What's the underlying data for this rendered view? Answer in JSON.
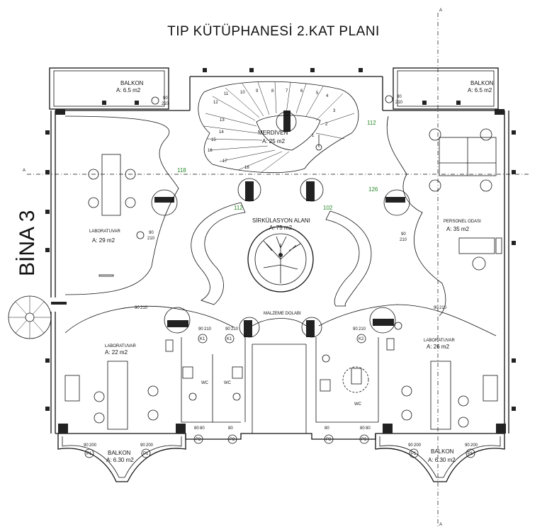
{
  "title": "TIP KÜTÜPHANESİ 2.KAT PLANI",
  "building": "BİNA 3",
  "rooms": {
    "balkon_tl": {
      "name": "BALKON",
      "area": "A: 6.5 m2"
    },
    "balkon_tr": {
      "name": "BALKON",
      "area": "A: 6.5 m2"
    },
    "merdiven": {
      "name": "MERDİVEN",
      "area": "A: 25 m2"
    },
    "lab_left": {
      "name": "LABORATUVAR",
      "area": "A: 29 m2"
    },
    "sirkulasyon": {
      "name": "SİRKÜLASYON ALANI",
      "area": "A: 75 m2"
    },
    "personel": {
      "name": "PERSONEL ODASI",
      "area": "A: 35 m2"
    },
    "malzeme": {
      "name": "MALZEME DOLABI"
    },
    "lab_bl": {
      "name": "LABORATUVAR",
      "area": "A: 22 m2"
    },
    "lab_br": {
      "name": "LABORATUVAR",
      "area": "A: 26 m2"
    },
    "balkon_bl": {
      "name": "BALKON",
      "area": "A: 6.30 m2"
    },
    "balkon_br": {
      "name": "BALKON",
      "area": "A: 6.30 m2"
    },
    "wc": [
      "WC",
      "WC",
      "WC"
    ]
  },
  "door_tags": {
    "d90": "90",
    "d210": "210",
    "d200": "200",
    "d80": "80"
  },
  "labels": {
    "k1": "K1",
    "k2": "K2",
    "p1": "P1",
    "p2": "P2"
  },
  "section_marks": {
    "a": "A"
  },
  "dims": {
    "d118": "118",
    "d112a": "112",
    "d126": "126",
    "d112b": "112",
    "d102": "102"
  },
  "stair_steps": [
    "1",
    "2",
    "3",
    "4",
    "5",
    "6",
    "7",
    "8",
    "9",
    "10",
    "11",
    "12",
    "13",
    "14",
    "15",
    "16",
    "17",
    "18"
  ]
}
